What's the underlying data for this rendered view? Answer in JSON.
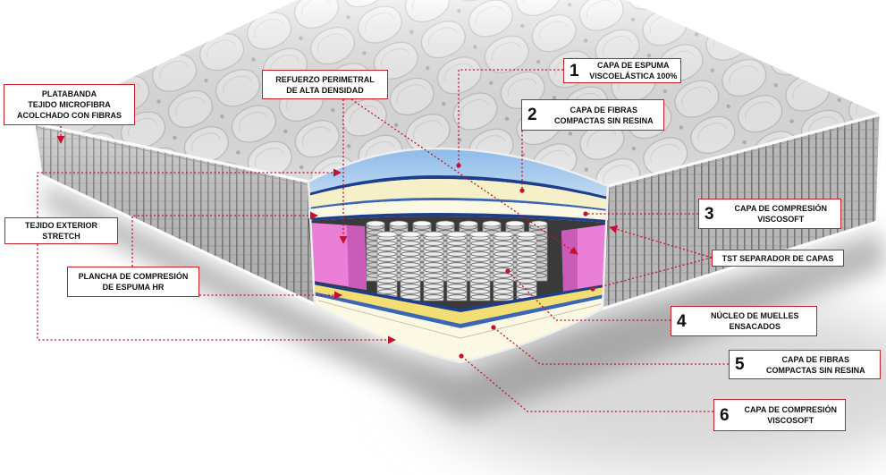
{
  "labels": {
    "platabanda": {
      "lines": [
        "PLATABANDA",
        "TEJIDO MICROFIBRA",
        "ACOLCHADO CON FIBRAS"
      ]
    },
    "refuerzo": {
      "lines": [
        "REFUERZO PERIMETRAL",
        "DE ALTA DENSIDAD"
      ]
    },
    "capa1": {
      "number": "1",
      "lines": [
        "CAPA DE ESPUMA",
        "VISCOELÁSTICA 100%"
      ]
    },
    "capa2": {
      "number": "2",
      "lines": [
        "CAPA DE FIBRAS",
        "COMPACTAS SIN RESINA"
      ]
    },
    "capa3": {
      "number": "3",
      "lines": [
        "CAPA DE COMPRESIÓN",
        "VISCOSOFT"
      ]
    },
    "tst": {
      "lines": [
        "TST SEPARADOR DE CAPAS"
      ]
    },
    "tejido": {
      "lines": [
        "TEJIDO EXTERIOR",
        "STRETCH"
      ]
    },
    "plancha": {
      "lines": [
        "PLANCHA DE COMPRESIÓN",
        "DE ESPUMA HR"
      ]
    },
    "capa4": {
      "number": "4",
      "lines": [
        "NÚCLEO DE MUELLES",
        "ENSACADOS"
      ]
    },
    "capa5": {
      "number": "5",
      "lines": [
        "CAPA DE FIBRAS",
        "COMPACTAS SIN RESINA"
      ]
    },
    "capa6": {
      "number": "6",
      "lines": [
        "CAPA DE COMPRESIÓN",
        "VISCOSOFT"
      ]
    }
  },
  "colors": {
    "callout": "#c8102e",
    "viscoelastic_foam": "#8dbbe9",
    "separator_navy": "#1d3e8a",
    "separator_blue": "#3b66b5",
    "fiber_layer": "#f6f0c8",
    "compression_layer": "#fbf8e3",
    "yellow_layer": "#f2de72",
    "hr_foam": "#ea7fd8",
    "hr_foam_shade": "#c95cb8",
    "spring_cavity": "#3a3a3a"
  }
}
